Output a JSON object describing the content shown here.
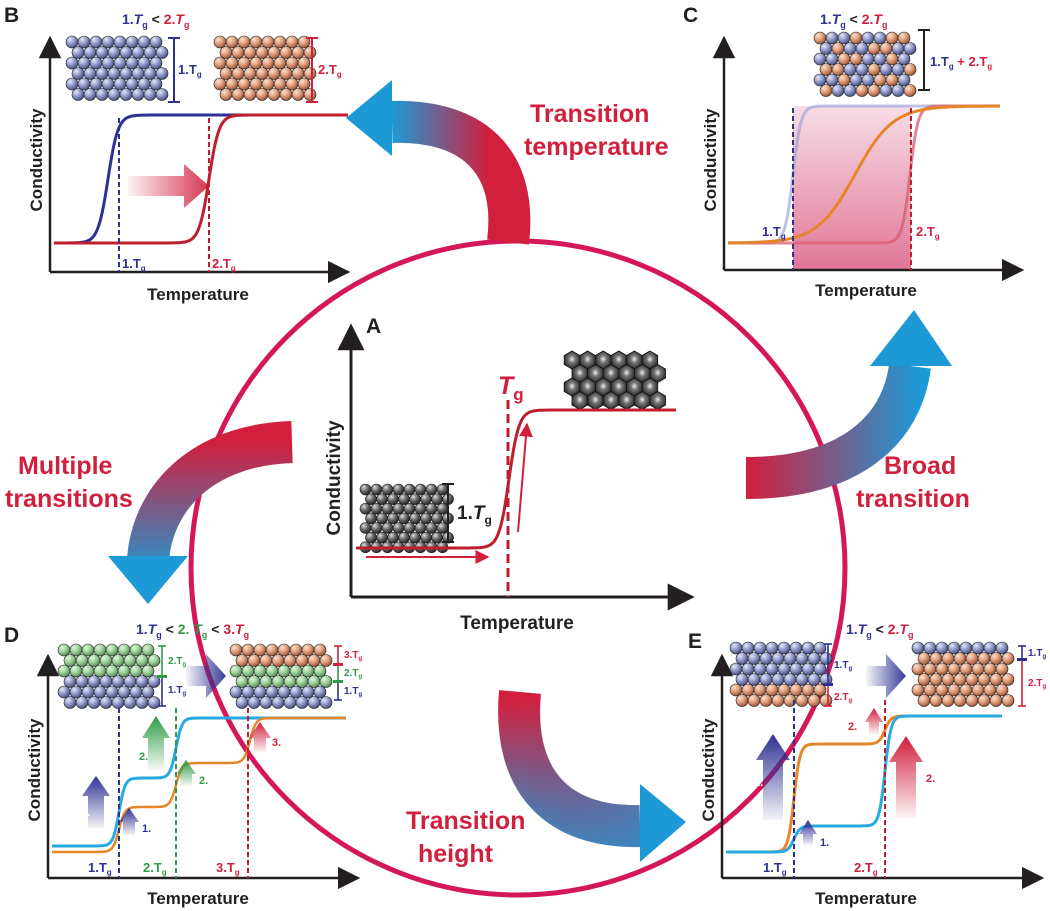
{
  "colors": {
    "accent_red": "#d11f3d",
    "navy": "#2e3192",
    "dark_red": "#be1e2d",
    "green": "#2f9a47",
    "cyan": "#27aae1",
    "orange": "#e6862a",
    "arrow_blue": "#1d9ad6",
    "circle": "#d4165a"
  },
  "icons": [
    "curved-arrow-icon",
    "block-arrow-icon",
    "lattice-icon",
    "scale-bar-icon"
  ],
  "panel_a": {
    "label": "A",
    "ylabel": "Conductivity",
    "xlabel": "Temperature",
    "tg_letter": "T",
    "tg_sub": "g",
    "layer_num": "1.",
    "layer_t": "T",
    "layer_sub": "g"
  },
  "panel_b": {
    "label": "B",
    "ylabel": "Conductivity",
    "xlabel": "Temperature",
    "title_left": "1.",
    "title_t1": "T",
    "title_sub1": "g",
    "title_mid": " < ",
    "title_num2": "2.",
    "title_t2": "T",
    "title_sub2": "g",
    "bar1": "1.T",
    "bar1_sub": "g",
    "bar2": "2.T",
    "bar2_sub": "g",
    "mark1": "1.T",
    "mark1_sub": "g",
    "mark2": "2.T",
    "mark2_sub": "g"
  },
  "panel_c": {
    "label": "C",
    "ylabel": "Conductivity",
    "xlabel": "Temperature",
    "title_left": "1.",
    "title_t1": "T",
    "title_sub1": "g",
    "title_mid": " < ",
    "title_num2": "2.",
    "title_t2": "T",
    "title_sub2": "g",
    "bar": "1.T",
    "bar_sub1": "g",
    "bar_plus": " + 2.T",
    "bar_sub2": "g",
    "mark1": "1.T",
    "mark1_sub": "g",
    "mark2": "2.T",
    "mark2_sub": "g"
  },
  "panel_d": {
    "label": "D",
    "ylabel": "Conductivity",
    "xlabel": "Temperature",
    "title_n1": "1.",
    "title_t1": "T",
    "title_s1": "g",
    "title_lt1": " < ",
    "title_n2": "2. ",
    "title_t2": "T",
    "title_s2": "g",
    "title_lt2": " < ",
    "title_n3": "3.",
    "title_t3": "T",
    "title_s3": "g",
    "bar_green": "2.T",
    "bar_green_sub": "g",
    "bar_navy": "1.T",
    "bar_navy_sub": "g",
    "bar_r3": "3.T",
    "bar_r3_sub": "g",
    "bar_r2": "2.T",
    "bar_r2_sub": "g",
    "bar_r1": "1.T",
    "bar_r1_sub": "g",
    "arrow1_big": "1.",
    "arrow1_small": "1.",
    "arrow2_big": "2.",
    "arrow2_small": "2.",
    "arrow3": "3.",
    "mark1": "1.T",
    "mark1_sub": "g",
    "mark2": "2.T",
    "mark2_sub": "g",
    "mark3": "3.T",
    "mark3_sub": "g"
  },
  "panel_e": {
    "label": "E",
    "ylabel": "Conductivity",
    "xlabel": "Temperature",
    "title_n1": "1.",
    "title_t1": "T",
    "title_s1": "g",
    "title_lt": " < ",
    "title_n2": "2.",
    "title_t2": "T",
    "title_s2": "g",
    "bar_l1": "1.T",
    "bar_l1_sub": "g",
    "bar_l2": "2.T",
    "bar_l2_sub": "g",
    "bar_r1": "1.T",
    "bar_r1_sub": "g",
    "bar_r2": "2.T",
    "bar_r2_sub": "g",
    "arrow1_big": "1.",
    "arrow1_small": "1.",
    "arrow2_big": "2.",
    "arrow2_small": "2.",
    "mark1": "1.T",
    "mark1_sub": "g",
    "mark2": "2.T",
    "mark2_sub": "g"
  },
  "captions": {
    "transition_temperature_1": "Transition",
    "transition_temperature_2": "temperature",
    "broad_1": "Broad",
    "broad_2": "transition",
    "multiple_1": "Multiple",
    "multiple_2": "transitions",
    "height_1": "Transition",
    "height_2": "height"
  }
}
